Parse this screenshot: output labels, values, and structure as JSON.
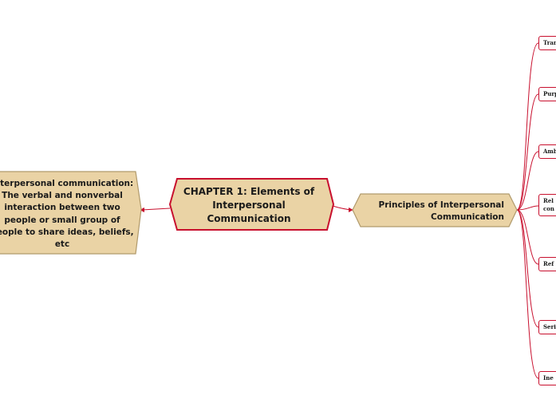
{
  "center_node": {
    "text": "CHAPTER 1: Elements of Interpersonal Communication"
  },
  "left_node": {
    "text": "Interpersonal communication: The verbal and nonverbal interaction between two people or small group of people to share ideas, beliefs, etc"
  },
  "right_node": {
    "text": "Principles of Interpersonal Communication"
  },
  "principles": [
    {
      "text": "Trans"
    },
    {
      "text": "Purpo"
    },
    {
      "text": "Ambi"
    },
    {
      "text": "Rel con"
    },
    {
      "text": "Ref"
    },
    {
      "text": "Seri"
    },
    {
      "text": "Ine"
    }
  ],
  "colors": {
    "node_fill": "#ead3a5",
    "node_border": "#b19a6c",
    "center_border": "#c8102e",
    "connector": "#c8102e"
  }
}
